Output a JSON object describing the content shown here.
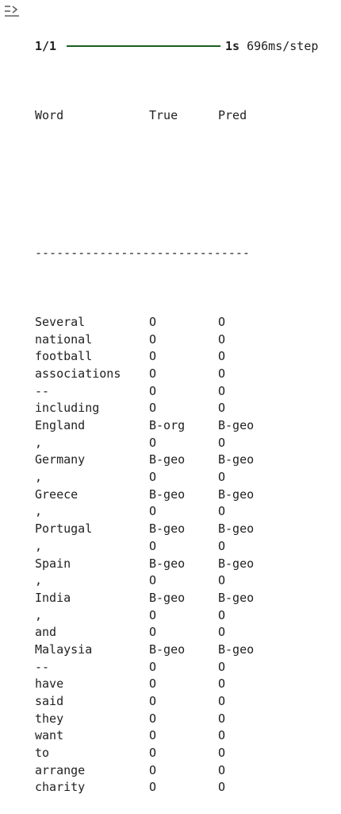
{
  "progress": {
    "step_count": "1/1",
    "fraction": 1.0,
    "elapsed": "1s",
    "per_step": " 696ms/step"
  },
  "header": {
    "word": "Word",
    "true": "True",
    "pred": "Pred"
  },
  "separator": "------------------------------",
  "rows": [
    {
      "word": "Several",
      "true": "O",
      "pred": "O"
    },
    {
      "word": "national",
      "true": "O",
      "pred": "O"
    },
    {
      "word": "football",
      "true": "O",
      "pred": "O"
    },
    {
      "word": "associations",
      "true": "O",
      "pred": "O"
    },
    {
      "word": "--",
      "true": "O",
      "pred": "O"
    },
    {
      "word": "including",
      "true": "O",
      "pred": "O"
    },
    {
      "word": "England",
      "true": "B-org",
      "pred": "B-geo"
    },
    {
      "word": ",",
      "true": "O",
      "pred": "O"
    },
    {
      "word": "Germany",
      "true": "B-geo",
      "pred": "B-geo"
    },
    {
      "word": ",",
      "true": "O",
      "pred": "O"
    },
    {
      "word": "Greece",
      "true": "B-geo",
      "pred": "B-geo"
    },
    {
      "word": ",",
      "true": "O",
      "pred": "O"
    },
    {
      "word": "Portugal",
      "true": "B-geo",
      "pred": "B-geo"
    },
    {
      "word": ",",
      "true": "O",
      "pred": "O"
    },
    {
      "word": "Spain",
      "true": "B-geo",
      "pred": "B-geo"
    },
    {
      "word": ",",
      "true": "O",
      "pred": "O"
    },
    {
      "word": "India",
      "true": "B-geo",
      "pred": "B-geo"
    },
    {
      "word": ",",
      "true": "O",
      "pred": "O"
    },
    {
      "word": "and",
      "true": "O",
      "pred": "O"
    },
    {
      "word": "Malaysia",
      "true": "B-geo",
      "pred": "B-geo"
    },
    {
      "word": "--",
      "true": "O",
      "pred": "O"
    },
    {
      "word": "have",
      "true": "O",
      "pred": "O"
    },
    {
      "word": "said",
      "true": "O",
      "pred": "O"
    },
    {
      "word": "they",
      "true": "O",
      "pred": "O"
    },
    {
      "word": "want",
      "true": "O",
      "pred": "O"
    },
    {
      "word": "to",
      "true": "O",
      "pred": "O"
    },
    {
      "word": "arrange",
      "true": "O",
      "pred": "O"
    },
    {
      "word": "charity",
      "true": "O",
      "pred": "O"
    }
  ],
  "colors": {
    "progress": "#1b5e20",
    "text": "#212121",
    "icon": "#616161"
  },
  "icons": {
    "output": "output-toggle-icon"
  }
}
